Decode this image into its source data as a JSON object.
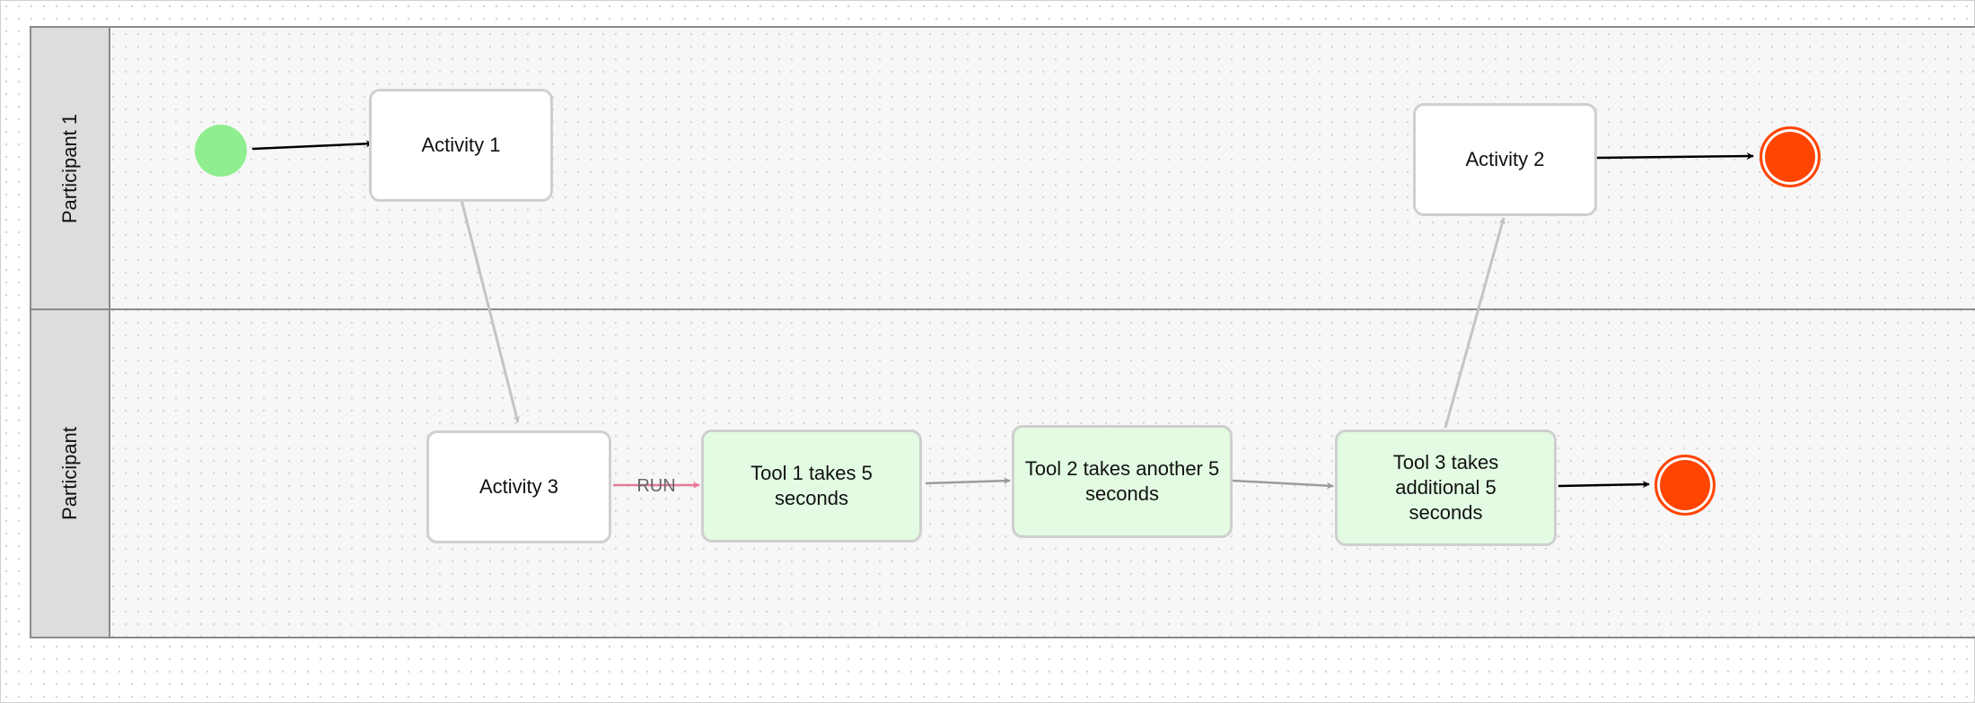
{
  "lanes": [
    {
      "label": "Participant 1"
    },
    {
      "label": "Participant"
    }
  ],
  "nodes": {
    "activity_1": "Activity 1",
    "activity_2": "Activity 2",
    "activity_3": "Activity 3",
    "tool_1": "Tool 1 takes 5 seconds",
    "tool_2": "Tool 2 takes another 5 seconds",
    "tool_3": "Tool 3 takes additional 5 seconds"
  },
  "edges": {
    "run_label": "RUN"
  },
  "colors": {
    "start_event": "#8fee8f",
    "end_event": "#ff4500",
    "tool_fill": "#e2fbe2",
    "node_border": "#cfcfcf",
    "run_edge": "#e57a94",
    "lane_header": "#dddddd"
  }
}
